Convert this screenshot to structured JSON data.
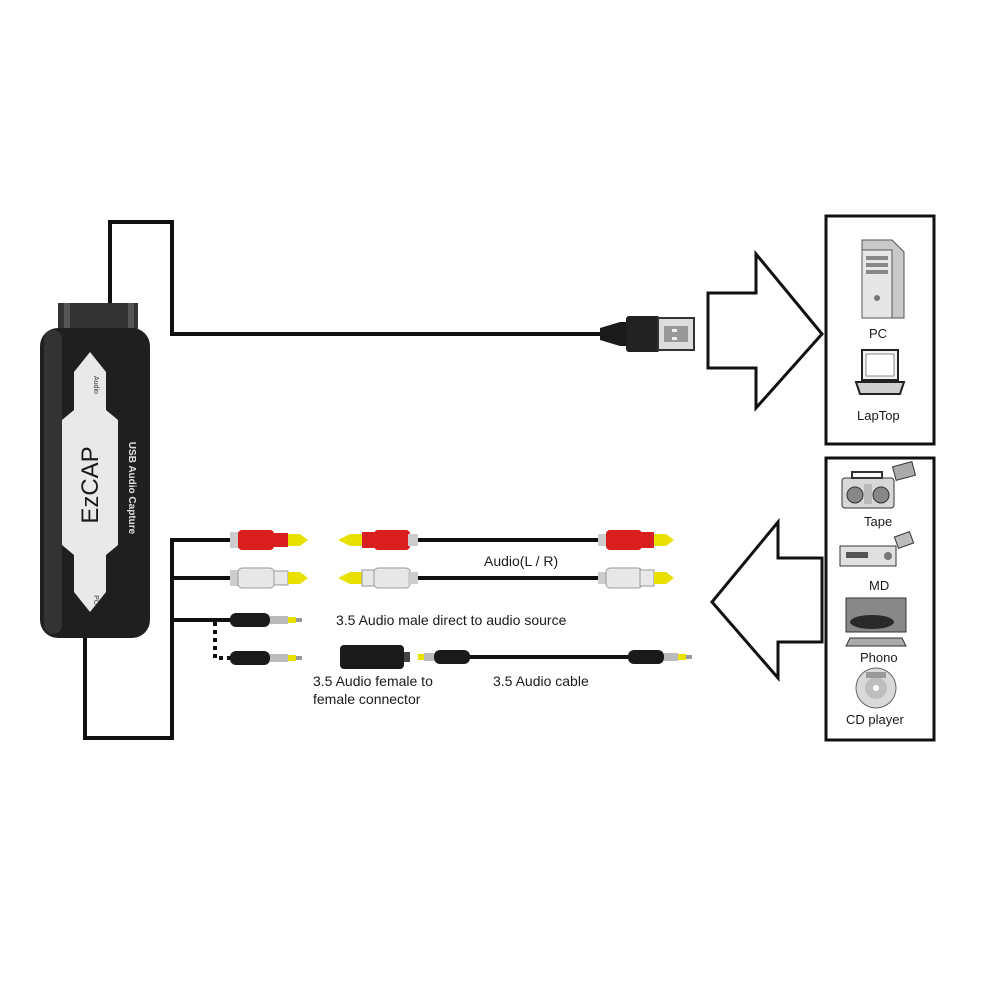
{
  "device": {
    "brand": "EzCAP",
    "product": "USB Audio Capture",
    "label_audio": "Audio",
    "label_pc": "PC"
  },
  "targets": {
    "pc": "PC",
    "laptop": "LapTop"
  },
  "sources": {
    "tape": "Tape",
    "md": "MD",
    "phono": "Phono",
    "cd": "CD player"
  },
  "cables": {
    "rca": "Audio(L / R)",
    "direct": "3.5 Audio male direct to audio source",
    "female_line1": "3.5 Audio female to",
    "female_line2": "female connector",
    "audio_cable": "3.5 Audio cable"
  },
  "colors": {
    "rca_red": "#d81e1e",
    "rca_white": "#e8e8e8",
    "rca_tip": "#e8e000",
    "device_body": "#1f1f1f"
  }
}
